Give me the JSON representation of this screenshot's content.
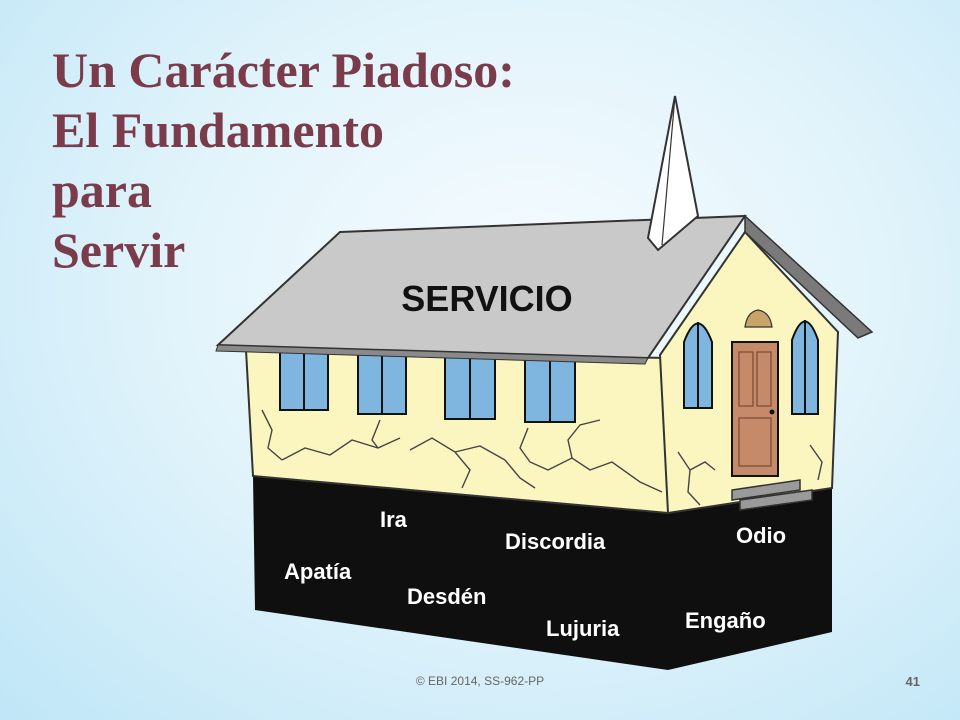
{
  "slide": {
    "title_lines": [
      "Un Carácter Piadoso:",
      "El Fundamento",
      "para",
      "Servir"
    ],
    "roof_label": "SERVICIO",
    "foundation_words": [
      "Ira",
      "Discordia",
      "Odio",
      "Apatía",
      "Desdén",
      "Lujuria",
      "Engaño"
    ],
    "footer": "© EBI 2014, SS-962-PP",
    "page_number": "41"
  },
  "colors": {
    "title": "#7a3b4b",
    "wall": "#fbf6c0",
    "roof": "#c9c9c9",
    "foundation": "#0f0f0f",
    "window": "#7fb6e0",
    "door": "#c58a6a"
  }
}
